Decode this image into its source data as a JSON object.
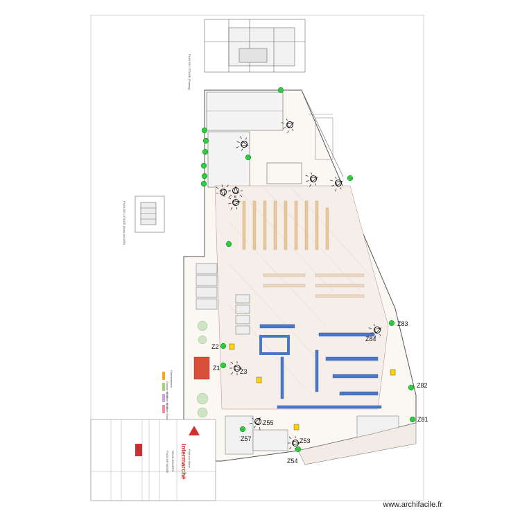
{
  "plan": {
    "title_block": {
      "brand": "Intermarché",
      "brand_sub": "Pont-sur-Seine",
      "company": "AEB",
      "doc_label": "PLAN DE MASSE",
      "sheet_label": "SOUS-SOL/DPS"
    },
    "floor_labels": [
      "PLAN DE L'ETAGE (Sous-sol-AEB)",
      "PLAN DE L'ETAGE (Parking)"
    ],
    "legend_items": [
      "Cheminement",
      "Cloison ep 15",
      "Cloison ep 10",
      "Cloison Existante"
    ],
    "zone_labels": [
      {
        "id": "z83",
        "text": "Z83"
      },
      {
        "id": "z84",
        "text": "Z84"
      },
      {
        "id": "z2",
        "text": "Z2"
      },
      {
        "id": "z1",
        "text": "Z1"
      },
      {
        "id": "z3",
        "text": "Z3"
      },
      {
        "id": "z82",
        "text": "Z82"
      },
      {
        "id": "z81",
        "text": "Z81"
      },
      {
        "id": "z55",
        "text": "Z55"
      },
      {
        "id": "z57",
        "text": "Z57"
      },
      {
        "id": "z53",
        "text": "Z53"
      },
      {
        "id": "z54",
        "text": "Z54"
      }
    ],
    "marker_colors": {
      "dot": "#2ecc40",
      "dot_stroke": "#1a8a26",
      "lamp": "#111111",
      "shelf_blue": "#4a78c8"
    }
  },
  "watermark": "www.archifacile.fr"
}
